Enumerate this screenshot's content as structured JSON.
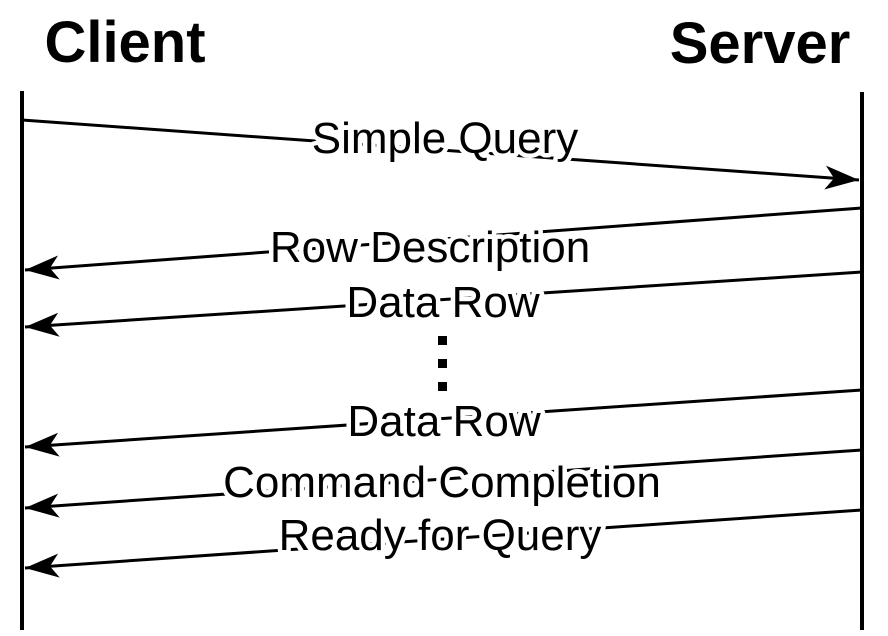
{
  "diagram": {
    "background": "#ffffff",
    "ink_color": "#000000",
    "actors": [
      {
        "id": "client",
        "label": "Client"
      },
      {
        "id": "server",
        "label": "Server"
      }
    ],
    "messages": [
      {
        "label": "Simple Query",
        "from": "client",
        "to": "server"
      },
      {
        "label": "Row Description",
        "from": "server",
        "to": "client"
      },
      {
        "label": "Data Row",
        "from": "server",
        "to": "client"
      },
      {
        "label": "Data Row",
        "from": "server",
        "to": "client"
      },
      {
        "label": "Command Completion",
        "from": "server",
        "to": "client"
      },
      {
        "label": "Ready for Query",
        "from": "server",
        "to": "client"
      }
    ],
    "ellipsis": "⋮"
  }
}
